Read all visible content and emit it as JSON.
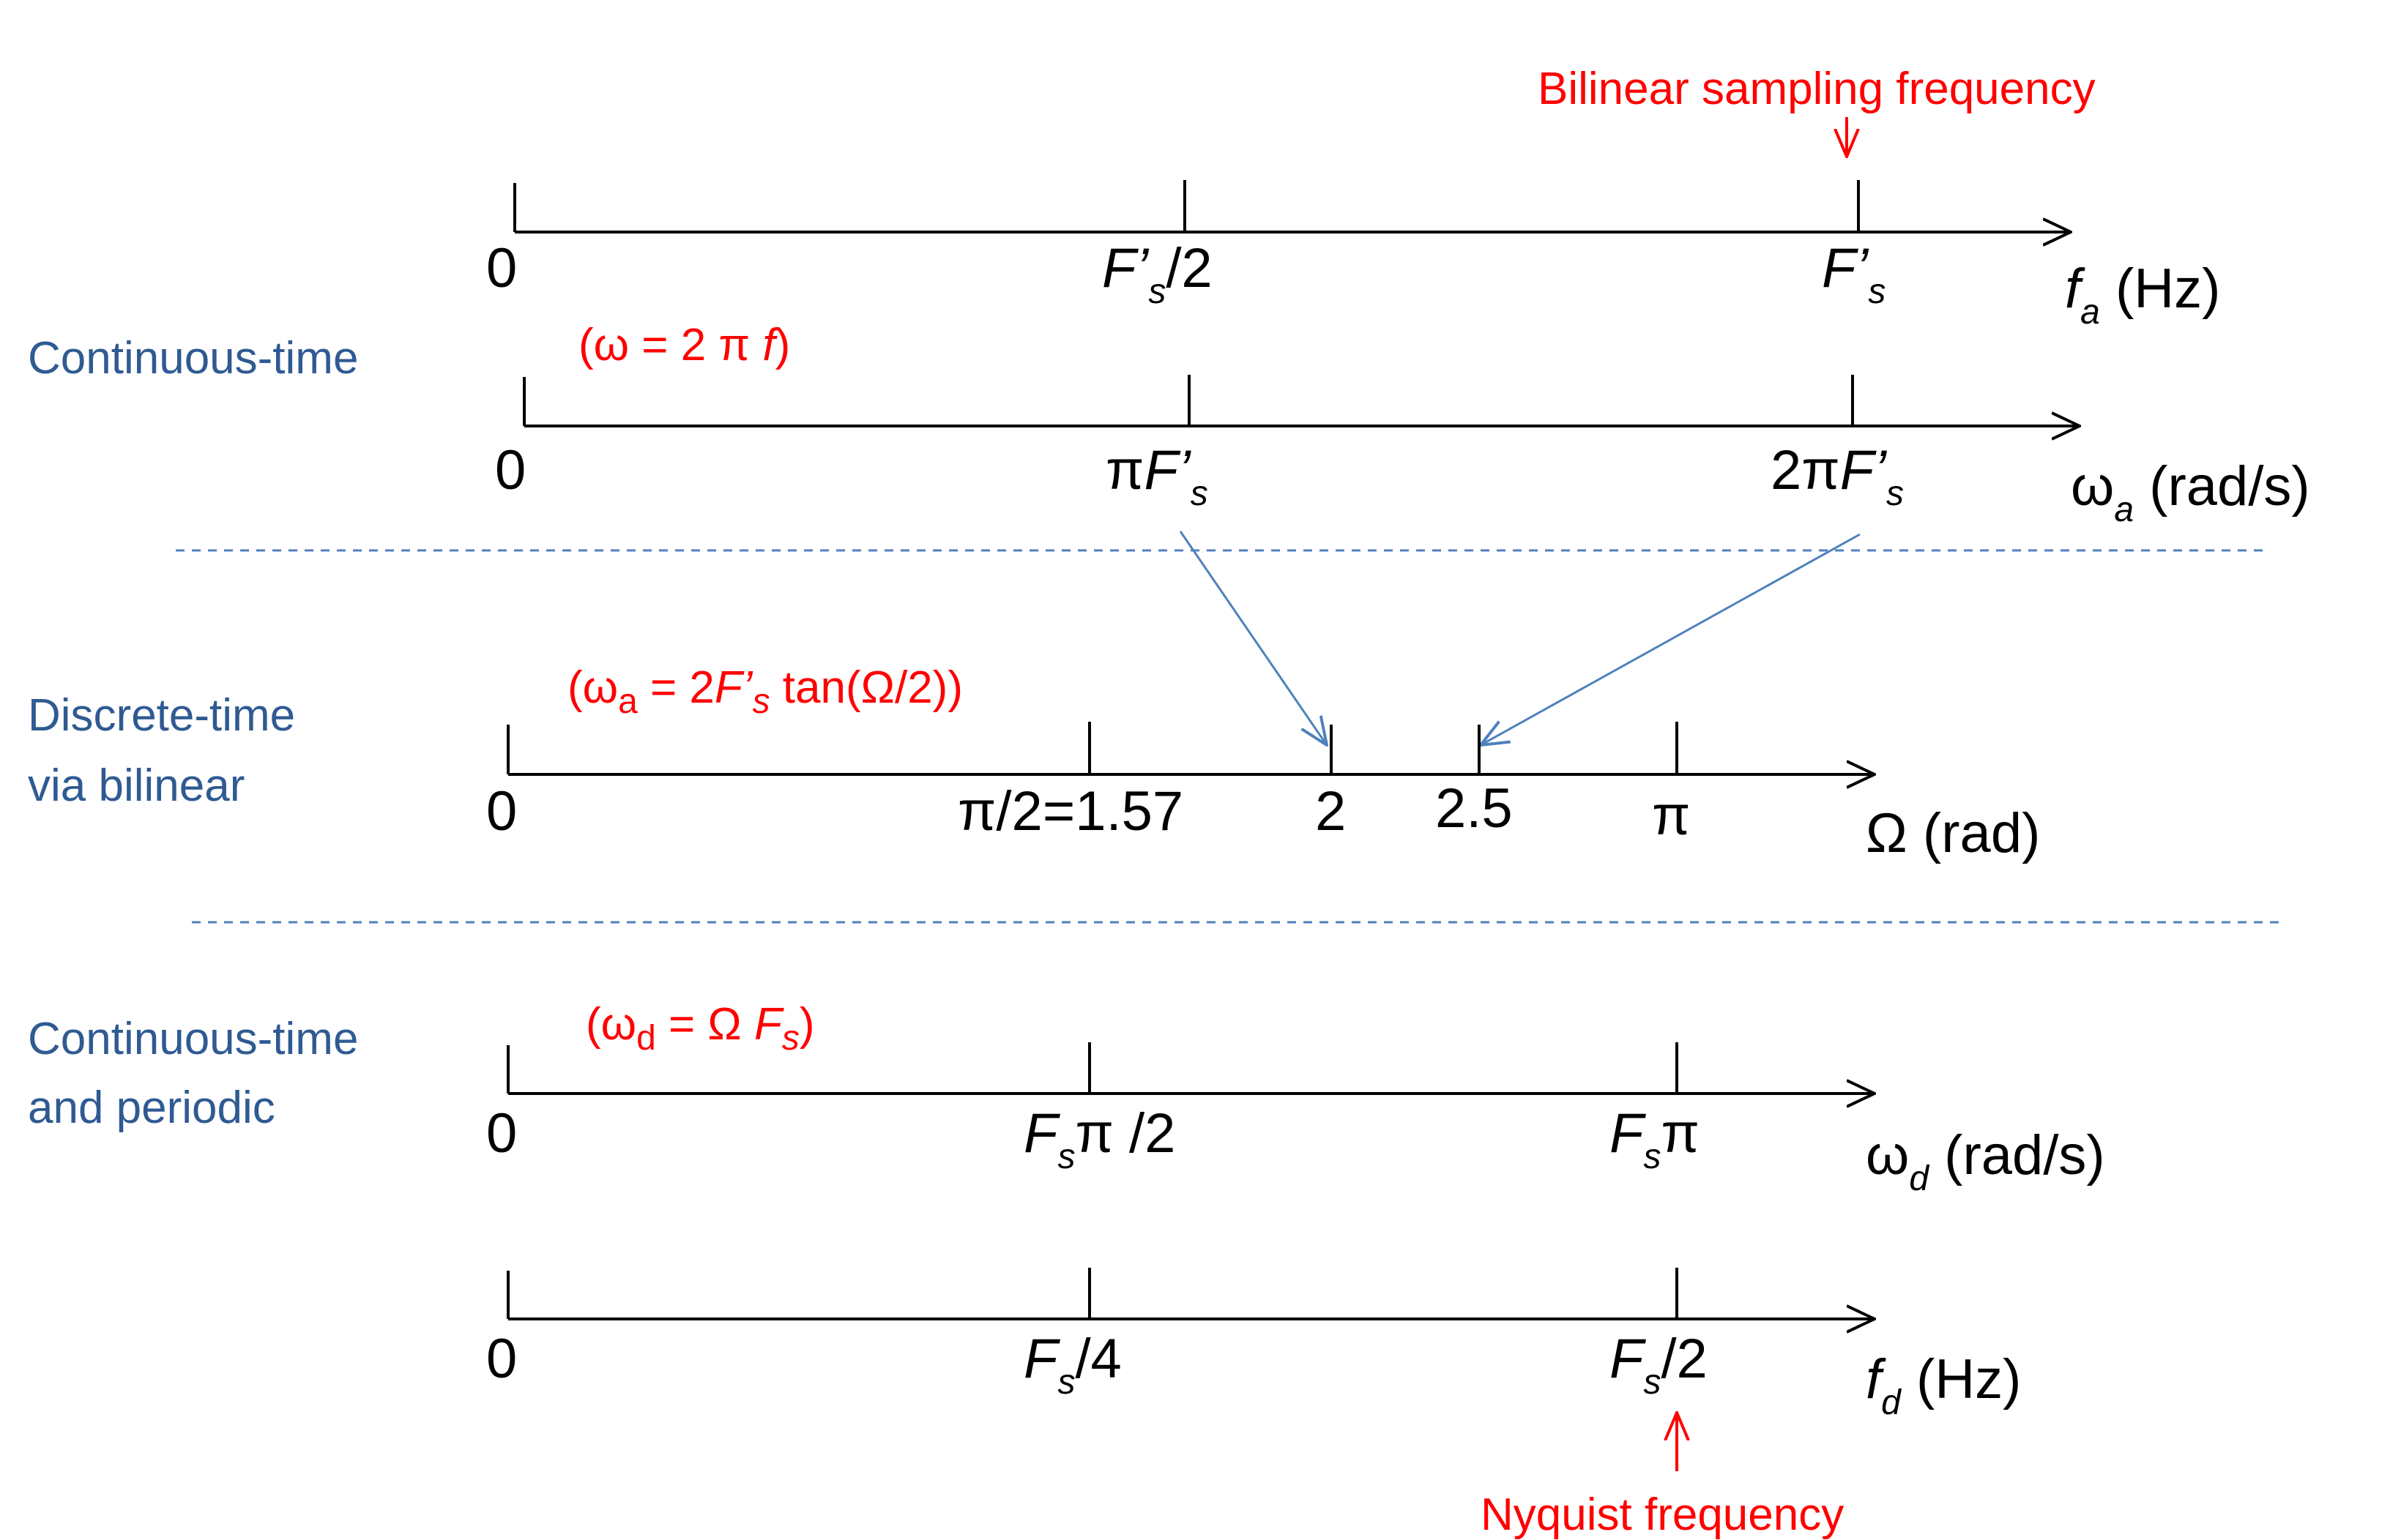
{
  "annotations": {
    "bilinear_sampling": "Bilinear sampling frequency",
    "nyquist": "Nyquist frequency"
  },
  "sections": {
    "continuous": "Continuous-time",
    "discrete_line1": "Discrete-",
    "discrete_line1b": "time",
    "discrete_line2": "via bilinear",
    "periodic_line1": "Continuous-time",
    "periodic_line2": "and periodic"
  },
  "formulas": {
    "omega_f": {
      "open": "(ω = 2 π ",
      "var": "f",
      "close": ")"
    },
    "bilinear": {
      "open": "(ω",
      "sub": "a",
      "mid": " = 2",
      "var": "F’",
      "sub2": "s",
      "tail": " tan(Ω/2))"
    },
    "omega_d": {
      "open": "(ω",
      "sub": "d",
      "mid": " = Ω ",
      "var": "F",
      "sub2": "s",
      "close": ")"
    }
  },
  "axes": {
    "fa": {
      "zero": "0",
      "tick1": {
        "var": "F’",
        "sub": "s",
        "tail": "/2"
      },
      "tick2": {
        "var": "F’",
        "sub": "s"
      },
      "label": {
        "var": "f",
        "sub": "a",
        "unit": " (Hz)"
      }
    },
    "wa": {
      "zero": "0",
      "tick1": {
        "pre": "π",
        "var": "F’",
        "sub": "s"
      },
      "tick2": {
        "pre": "2π",
        "var": "F’",
        "sub": "s"
      },
      "label": {
        "sym": "ω",
        "sub": "a",
        "unit": " (rad/s)"
      }
    },
    "omega": {
      "zero": "0",
      "tick1": "π/2=1.57",
      "tick2": "2",
      "tick3": "2.5",
      "tick4": "π",
      "label": "Ω (rad)"
    },
    "wd": {
      "zero": "0",
      "tick1": {
        "var": "F",
        "sub": "s",
        "tail": "π /2"
      },
      "tick2": {
        "var": "F",
        "sub": "s",
        "tail": "π"
      },
      "label": {
        "sym": "ω",
        "sub": "d",
        "unit": " (rad/s)"
      }
    },
    "fd": {
      "zero": "0",
      "tick1": {
        "var": "F",
        "sub": "s",
        "tail": "/4"
      },
      "tick2": {
        "var": "F",
        "sub": "s",
        "tail": "/2"
      },
      "label": {
        "var": "f",
        "sub": "d",
        "unit": " (Hz)"
      }
    }
  },
  "colors": {
    "axis": "#000000",
    "section_text": "#2f5a92",
    "formula": "#ff0000",
    "mapping_arrow": "#4f81bd",
    "separator": "#4f81bd"
  }
}
